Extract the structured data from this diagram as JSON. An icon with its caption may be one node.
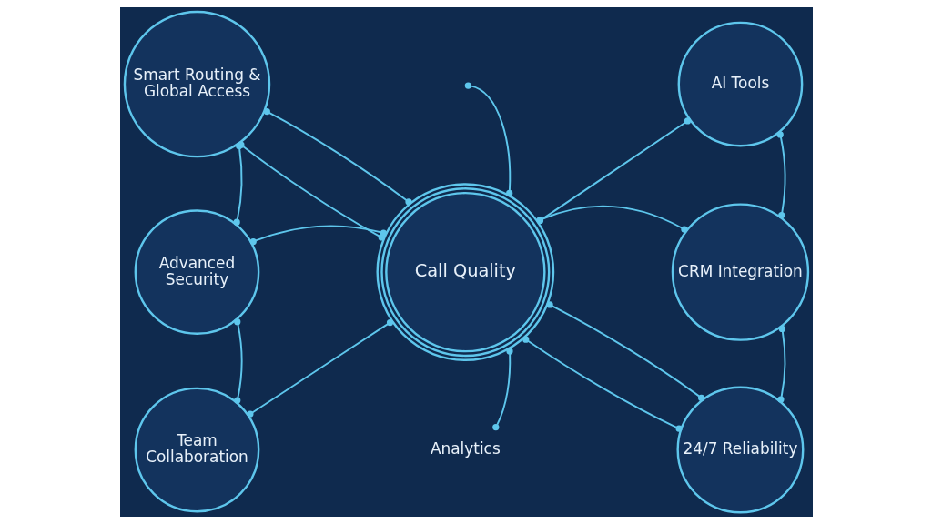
{
  "diagram": {
    "nodes": [
      {
        "text": [
          "Smart Routing & Global Access"
        ]
      },
      {
        "text": [
          "AI Tools"
        ]
      },
      {
        "text": [
          "Advanced Security"
        ]
      },
      {
        "text": [
          "Call Quality"
        ]
      },
      {
        "text": [
          "CRM Integration"
        ]
      },
      {
        "text": [
          "Team Collaboration"
        ]
      },
      {
        "text": [
          "Analytics"
        ]
      },
      {
        "text": [
          "24/7 Reliability"
        ]
      }
    ],
    "edges": [
      {
        "from": 3,
        "to": null,
        "arrow": "other"
      },
      {
        "from": 3,
        "to": 1,
        "arrow": "other"
      },
      {
        "from": 3,
        "to": 4,
        "arrow": "other"
      },
      {
        "from": 3,
        "to": 7,
        "arrow": "other"
      },
      {
        "from": 3,
        "to": 6,
        "arrow": "other"
      },
      {
        "from": 3,
        "to": 5,
        "arrow": "other"
      },
      {
        "from": 3,
        "to": 2,
        "arrow": "other"
      },
      {
        "from": 3,
        "to": 0,
        "arrow": "other"
      },
      {
        "from": 0,
        "to": 3,
        "arrow": "other"
      },
      {
        "from": 1,
        "to": 4,
        "arrow": "other"
      },
      {
        "from": 4,
        "to": 7,
        "arrow": "other"
      },
      {
        "from": 3,
        "to": 7,
        "arrow": "other"
      },
      {
        "from": 2,
        "to": 5,
        "arrow": "other"
      },
      {
        "from": 0,
        "to": 2,
        "arrow": "other"
      }
    ]
  }
}
